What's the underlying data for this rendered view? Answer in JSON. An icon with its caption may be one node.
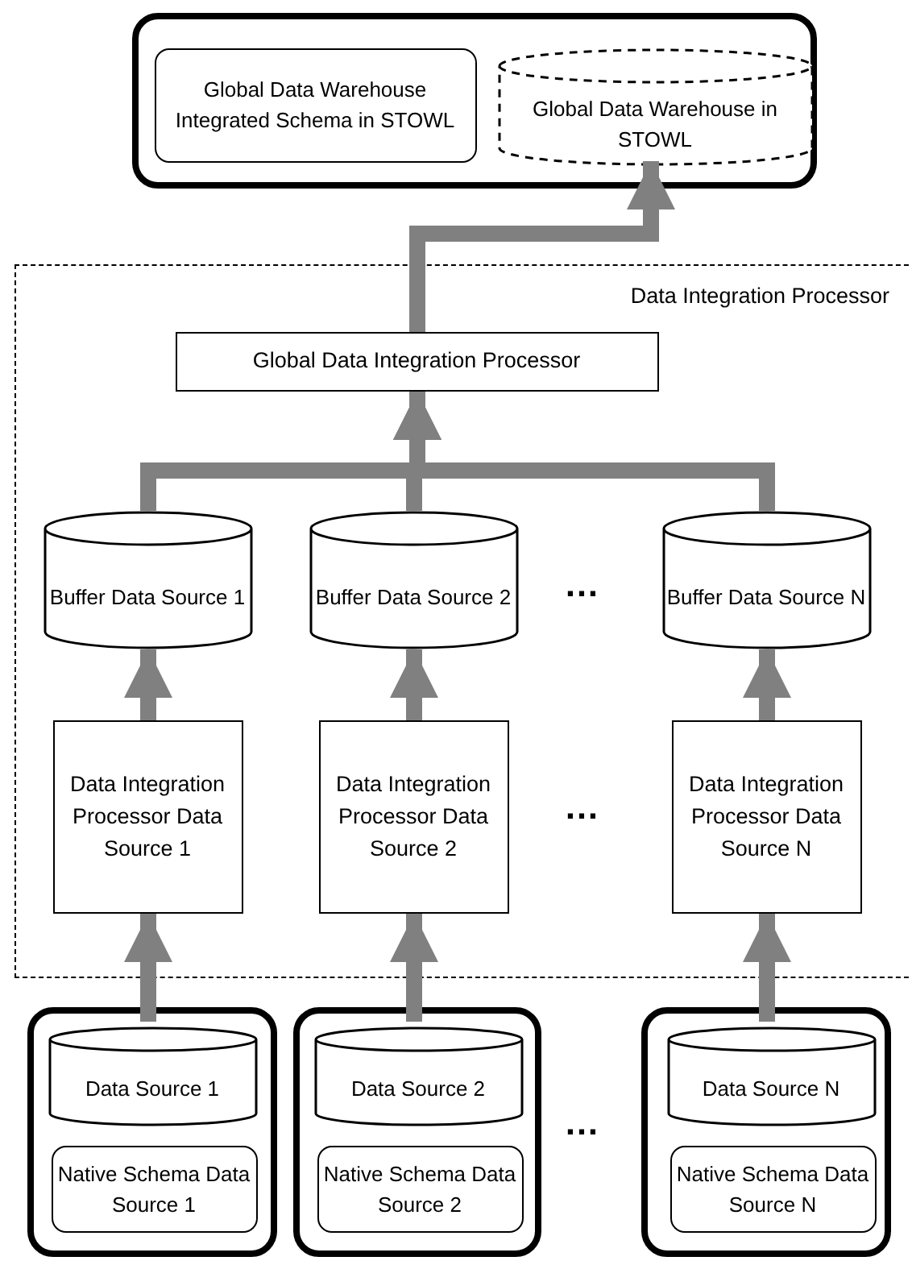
{
  "diagram": {
    "nodes": [
      {
        "text": [],
        "shape": "box"
      },
      {
        "text": [
          "Global Data Warehouse Integrated Schema in STOWL"
        ],
        "in": 0
      },
      {
        "text": [
          "Global Data Warehouse in STOWL"
        ],
        "in": 0
      },
      {
        "text": [
          "Data Integration Processor"
        ]
      },
      {
        "text": [
          "Global Data Integration Processor"
        ],
        "in": 3
      },
      {
        "text": [
          "Buffer Data Source 1"
        ],
        "in": 3
      },
      {
        "text": [
          "Buffer Data Source 2"
        ],
        "in": 3
      },
      {
        "text": [
          "Buffer Data Source N"
        ],
        "in": 3
      },
      {
        "text": [
          "Data Integration Processor Data Source 1"
        ],
        "in": 3
      },
      {
        "text": [
          "Data Integration Processor Data Source 2"
        ],
        "in": 3
      },
      {
        "text": [
          "Data Integration Processor Data Source N"
        ],
        "in": 3
      },
      {
        "text": [],
        "shape": "box"
      },
      {
        "text": [
          "Data Source 1"
        ],
        "in": 11
      },
      {
        "text": [
          "Native Schema Data Source 1"
        ],
        "in": 11
      },
      {
        "text": [],
        "shape": "box"
      },
      {
        "text": [
          "Data Source 2"
        ],
        "in": 14
      },
      {
        "text": [
          "Native Schema Data Source 2"
        ],
        "in": 14
      },
      {
        "text": [],
        "shape": "box"
      },
      {
        "text": [
          "Data Source N"
        ],
        "in": 17
      },
      {
        "text": [
          "Native Schema Data Source N"
        ],
        "in": 17
      }
    ],
    "edges": [
      {
        "from": 4,
        "to": 2,
        "arrow": "to"
      },
      {
        "from": 5,
        "to": 4,
        "arrow": "to"
      },
      {
        "from": 6,
        "to": 4,
        "arrow": "to"
      },
      {
        "from": 7,
        "to": 4,
        "arrow": "to"
      },
      {
        "from": 8,
        "to": 5,
        "arrow": "to"
      },
      {
        "from": 9,
        "to": 6,
        "arrow": "to"
      },
      {
        "from": 10,
        "to": 7,
        "arrow": "to"
      },
      {
        "from": 12,
        "to": 8,
        "arrow": "to"
      },
      {
        "from": 15,
        "to": 9,
        "arrow": "to"
      },
      {
        "from": 18,
        "to": 10,
        "arrow": "to"
      }
    ],
    "labels": [
      "…",
      "…",
      "…"
    ]
  }
}
